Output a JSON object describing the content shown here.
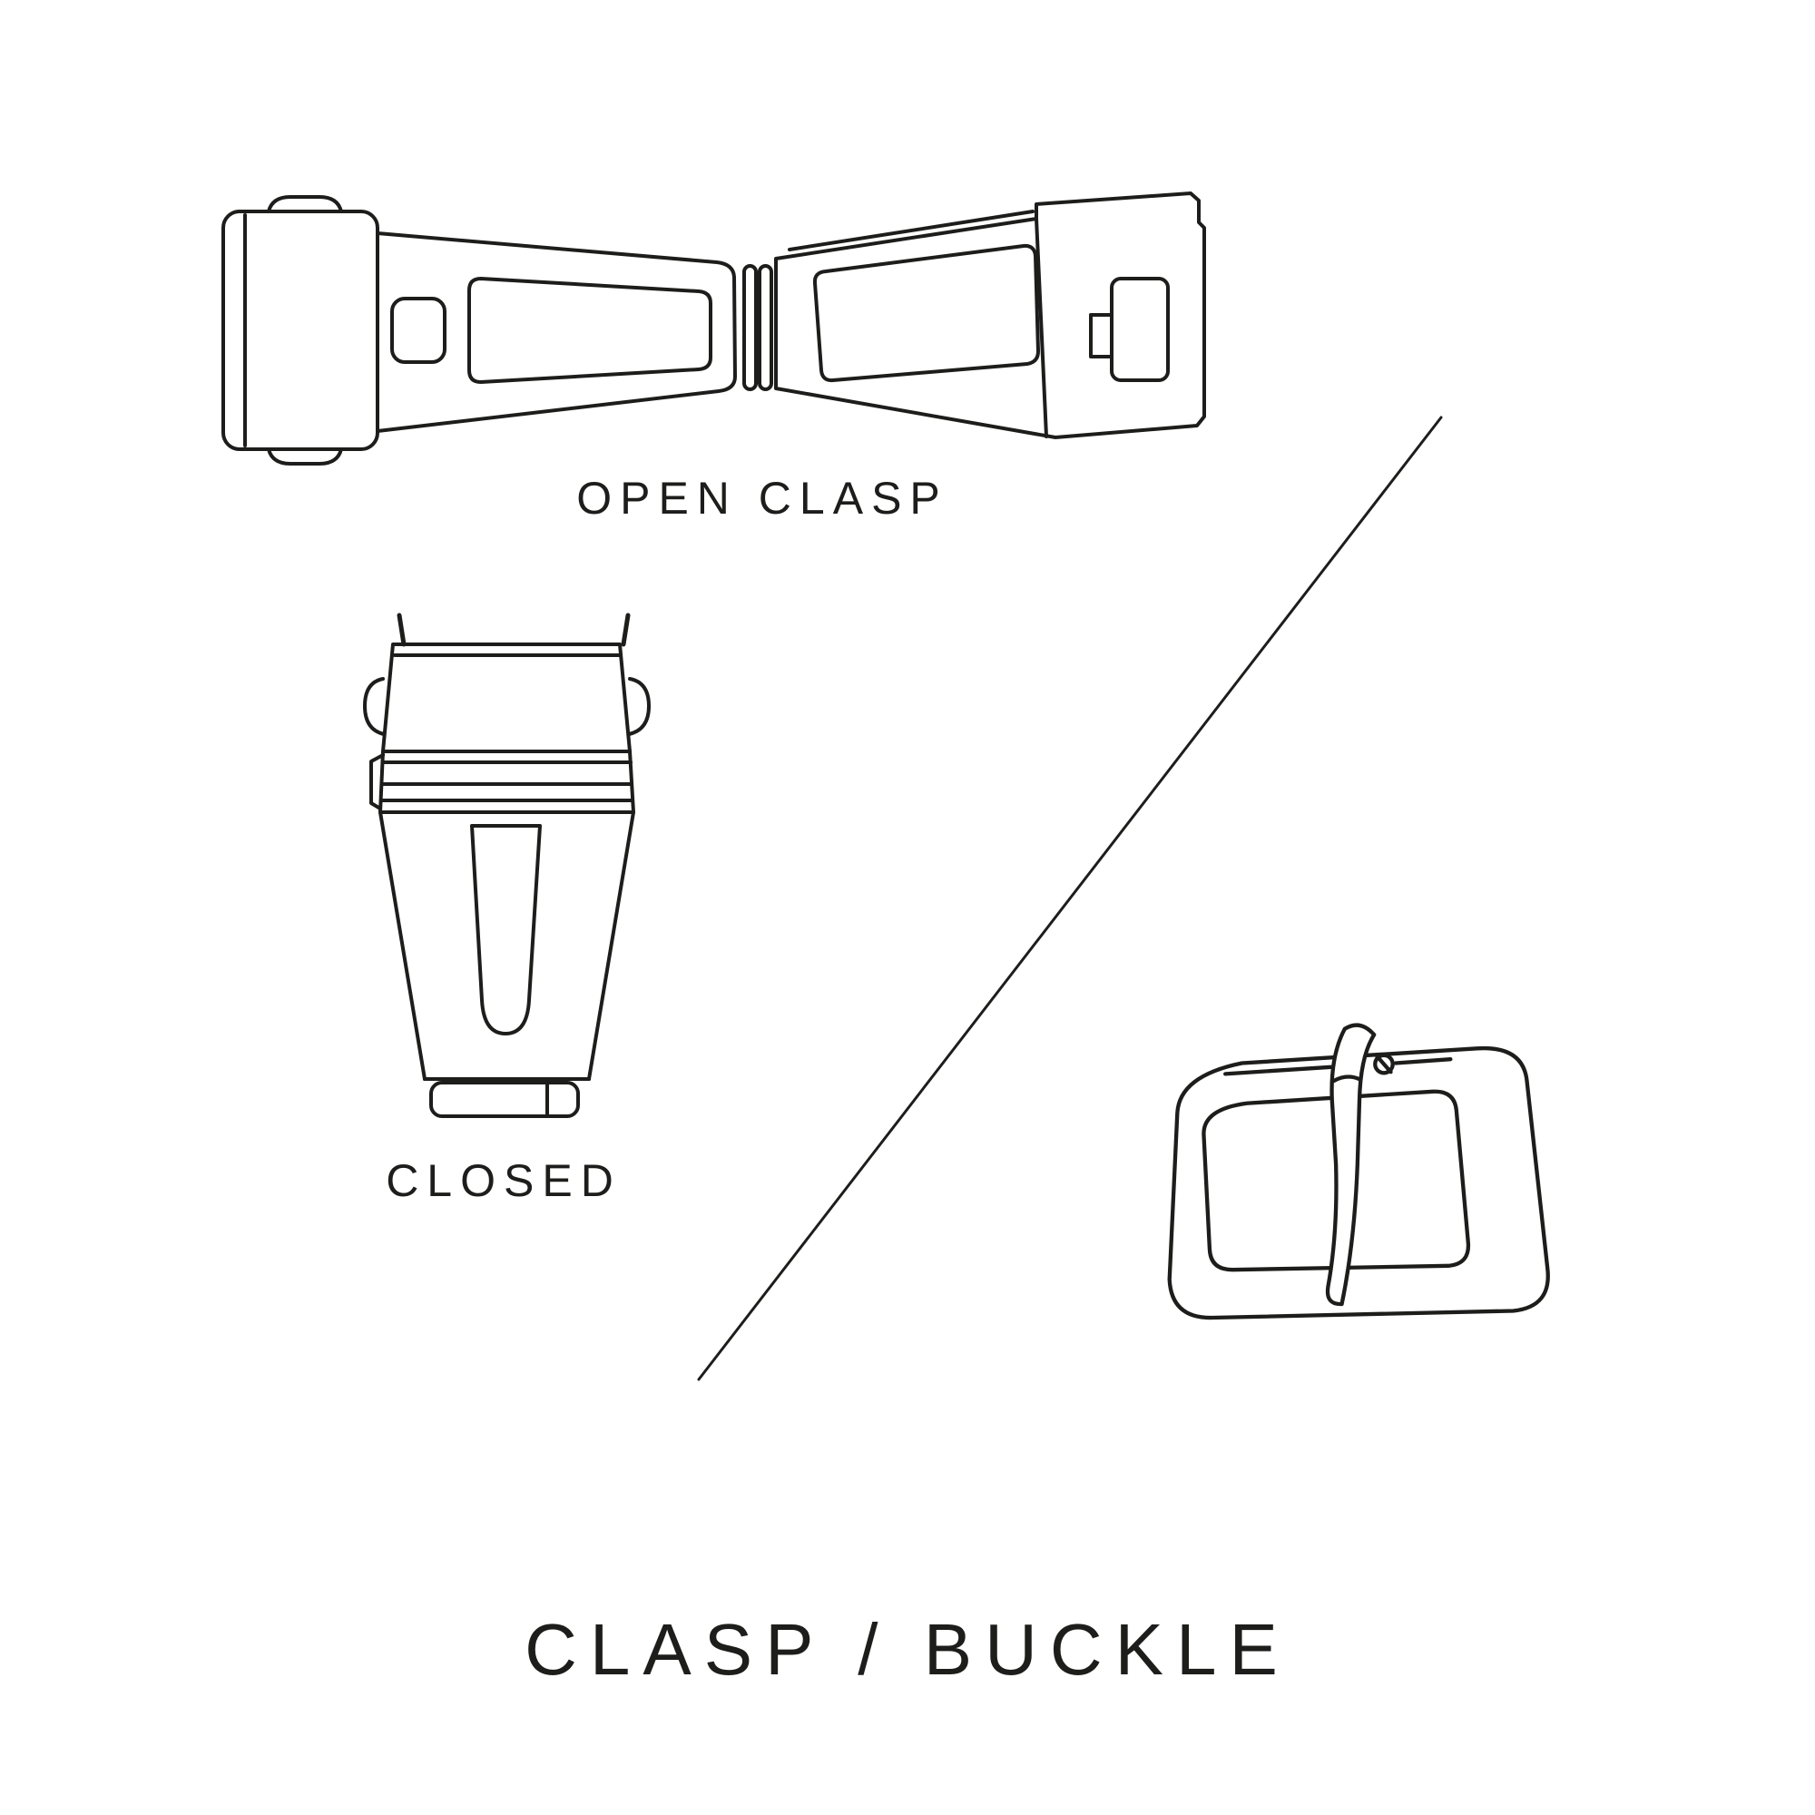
{
  "page": {
    "background": "#ffffff",
    "ink": "#1d1d1b"
  },
  "captions": {
    "open_clasp": "OPEN CLASP",
    "closed": "CLOSED"
  },
  "title": "CLASP / BUCKLE"
}
